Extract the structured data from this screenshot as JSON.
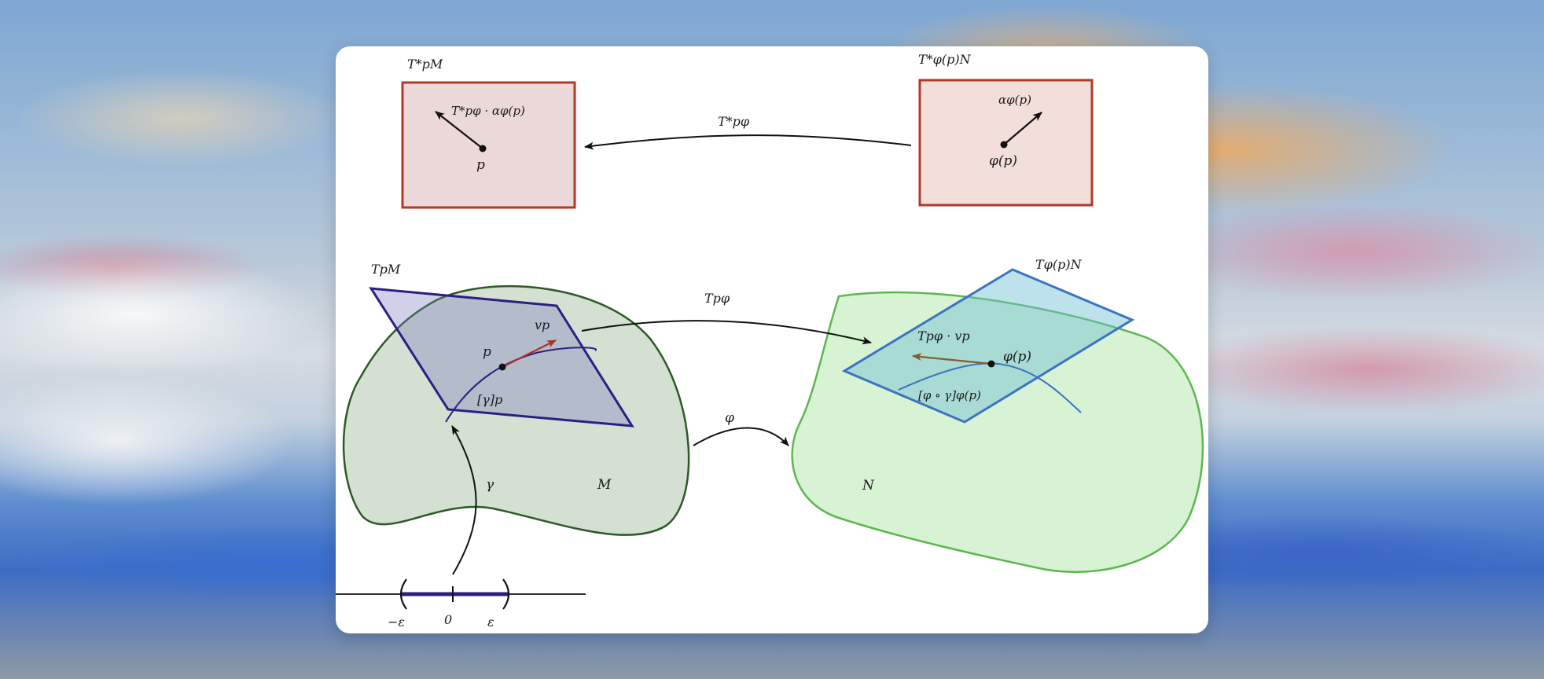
{
  "diagram": {
    "cotangent_left": {
      "space_label": "T*pM",
      "vector_label": "T*pφ · αφ(p)",
      "point_label": "p"
    },
    "cotangent_right": {
      "space_label": "T*φ(p)N",
      "vector_label": "αφ(p)",
      "point_label": "φ(p)"
    },
    "pullback_arrow_label": "T*pφ",
    "tangent_left": {
      "plane_label": "TpM",
      "point_label": "p",
      "vector_label": "vp",
      "curve_class_label": "[γ]p",
      "curve_label": "γ",
      "manifold_label": "M"
    },
    "tangent_right": {
      "plane_label": "Tφ(p)N",
      "point_label": "φ(p)",
      "vector_label": "Tpφ · vp",
      "curve_class_label": "[φ ∘ γ]φ(p)",
      "manifold_label": "N"
    },
    "differential_arrow_label": "Tpφ",
    "map_arrow_label": "φ",
    "interval": {
      "left_label": "−ε",
      "center_label": "0",
      "right_label": "ε"
    }
  },
  "colors": {
    "cotangent_box_left_fill": "#ead9d8",
    "cotangent_box_right_fill": "#f2dfd9",
    "cotangent_box_stroke": "#b03a25",
    "manifold_M_fill": "#d3e0d2",
    "manifold_M_stroke": "#2d5a26",
    "plane_TpM_fill": "rgba(120,120,190,0.35)",
    "plane_TpM_stroke": "#2d1f82",
    "manifold_N_fill": "#d8f2d4",
    "manifold_N_stroke": "#5bb84e",
    "plane_TN_stroke": "#3b74c0",
    "vp_arrow": "#b0302a",
    "pushforward_arrow": "#8a5a32",
    "curve": "#2d1f82"
  }
}
